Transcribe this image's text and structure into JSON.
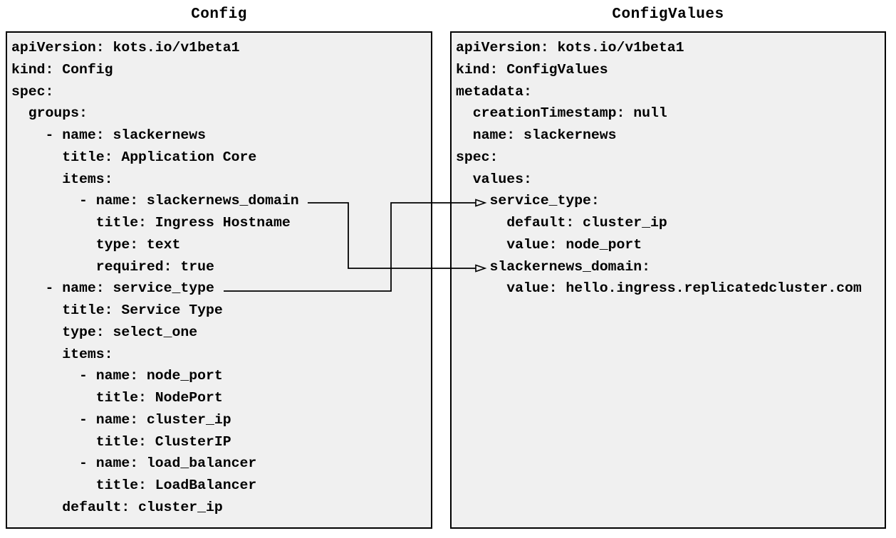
{
  "panels": {
    "config": {
      "title": "Config",
      "lines": [
        "apiVersion: kots.io/v1beta1",
        "kind: Config",
        "spec:",
        "  groups:",
        "    - name: slackernews",
        "      title: Application Core",
        "      items:",
        "        - name: slackernews_domain",
        "          title: Ingress Hostname",
        "          type: text",
        "          required: true",
        "    - name: service_type",
        "      title: Service Type",
        "      type: select_one",
        "      items:",
        "        - name: node_port",
        "          title: NodePort",
        "        - name: cluster_ip",
        "          title: ClusterIP",
        "        - name: load_balancer",
        "          title: LoadBalancer",
        "      default: cluster_ip"
      ]
    },
    "config_values": {
      "title": "ConfigValues",
      "lines": [
        "apiVersion: kots.io/v1beta1",
        "kind: ConfigValues",
        "metadata:",
        "  creationTimestamp: null",
        "  name: slackernews",
        "spec:",
        "  values:",
        "    service_type:",
        "      default: cluster_ip",
        "      value: node_port",
        "    slackernews_domain:",
        "      value: hello.ingress.replicatedcluster.com"
      ]
    }
  },
  "connections": [
    {
      "from": "Config item slackernews_domain",
      "to": "ConfigValues value slackernews_domain"
    },
    {
      "from": "Config item service_type",
      "to": "ConfigValues value service_type"
    }
  ],
  "colors": {
    "page_background": "#ffffff",
    "panel_background": "#f0f0f0",
    "panel_border": "#000000",
    "text": "#000000",
    "arrow": "#000000"
  }
}
